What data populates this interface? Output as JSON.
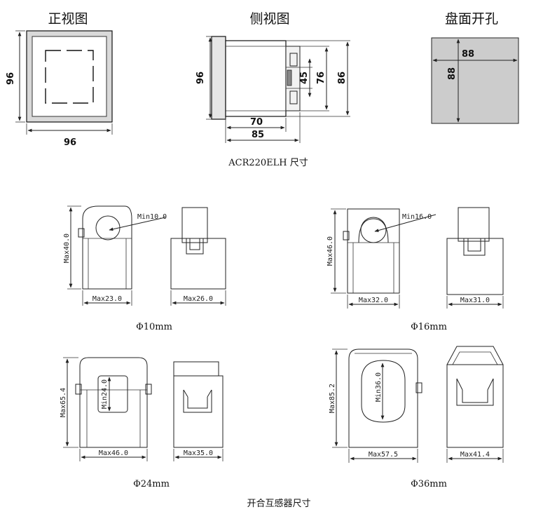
{
  "meter": {
    "front_view": {
      "title": "正视图",
      "width": "96",
      "height": "96"
    },
    "side_view": {
      "title": "侧视图",
      "height": "96",
      "dim_45": "45",
      "dim_76": "76",
      "dim_86": "86",
      "depth_70": "70",
      "depth_85": "85"
    },
    "panel_cutout": {
      "title": "盘面开孔",
      "width": "88",
      "height": "88"
    },
    "caption": "ACR220ELH 尺寸"
  },
  "transformers": [
    {
      "caption": "Φ10mm",
      "max_height": "Max40.0",
      "min_hole": "Min10.0",
      "max_width": "Max23.0",
      "max_depth": "Max26.0"
    },
    {
      "caption": "Φ16mm",
      "max_height": "Max46.0",
      "min_hole": "Min16.0",
      "max_width": "Max32.0",
      "max_depth": "Max31.0"
    },
    {
      "caption": "Φ24mm",
      "max_height": "Max65.4",
      "min_hole": "Min24.0",
      "max_width": "Max46.0",
      "max_depth": "Max35.0"
    },
    {
      "caption": "Φ36mm",
      "max_height": "Max85.2",
      "min_hole": "Min36.0",
      "max_width": "Max57.5",
      "max_depth": "Max41.4"
    }
  ],
  "transformers_caption": "开合互感器尺寸",
  "colors": {
    "ink": "#222222",
    "cutout_fill": "#cccccc",
    "frame_fill": "#d9d9d9"
  }
}
